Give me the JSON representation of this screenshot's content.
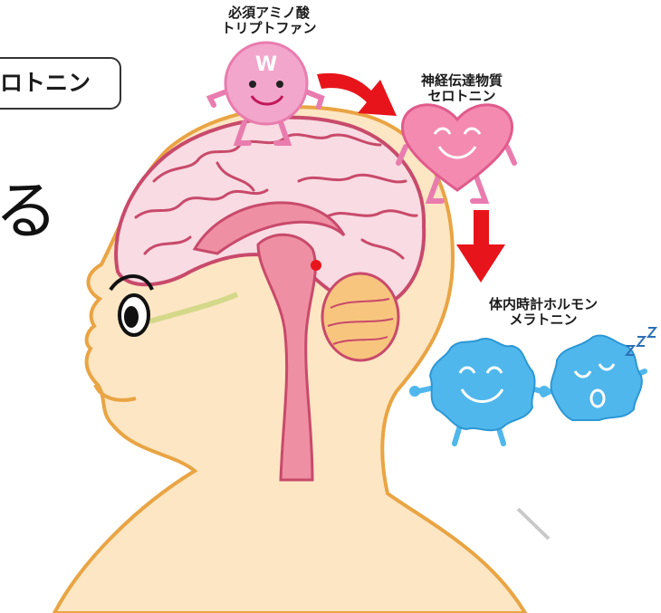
{
  "tag": {
    "text": "ロトニン"
  },
  "fragment_char": "る",
  "amino_acid": {
    "line1": "必須アミノ酸",
    "line2": "トリプトファン",
    "badge": "W"
  },
  "neurotransmitter": {
    "line1": "神経伝達物質",
    "line2": "セロトニン"
  },
  "hormone": {
    "line1": "体内時計ホルモン",
    "line2": "メラトニン"
  },
  "colors": {
    "skin": "#fde6c4",
    "skin_outline": "#e9a443",
    "brain": "#f9dbe3",
    "brain_outline": "#c84a6b",
    "brainstem": "#ef8fa3",
    "cerebellum": "#f7c57e",
    "arrow": "#e8141b",
    "tryptophan": "#f3a6cc",
    "serotonin": "#f48ab0",
    "melatonin": "#4fb7ec"
  }
}
